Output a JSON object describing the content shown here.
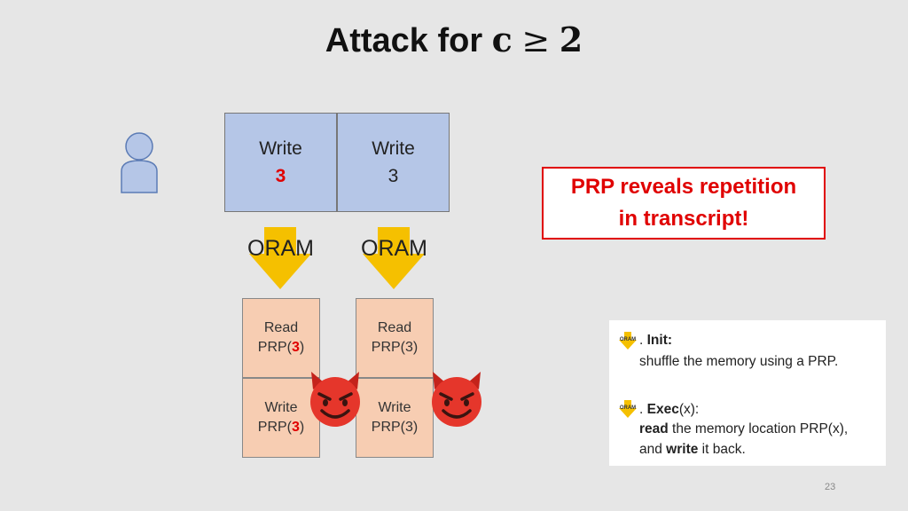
{
  "slide": {
    "title_text": "Attack for ",
    "title_var": "c",
    "title_op": "≥",
    "title_num": "2",
    "page_number": "23"
  },
  "writes": [
    {
      "label": "Write",
      "value": "3",
      "highlight": true
    },
    {
      "label": "Write",
      "value": "3",
      "highlight": false
    }
  ],
  "oram_labels": [
    "ORAM",
    "ORAM"
  ],
  "columns": [
    {
      "read_label": "Read",
      "read_prefix": "PRP(",
      "read_value": "3",
      "read_suffix": ")",
      "write_label": "Write",
      "write_prefix": "PRP(",
      "write_value": "3",
      "write_suffix": ")"
    },
    {
      "read_label": "Read",
      "read_text": "PRP(3)",
      "write_label": "Write",
      "write_text": "PRP(3)"
    }
  ],
  "alert": {
    "line1": "PRP reveals repetition",
    "line2": "in transcript!"
  },
  "explain": {
    "mini_label": "ORAM",
    "init_prefix": ". ",
    "init_title": "Init:",
    "init_desc": "shuffle the memory using a PRP.",
    "exec_prefix": ". ",
    "exec_title": "Exec",
    "exec_arg": "(x):",
    "read_word": "read",
    "read_rest": " the memory location PRP(x),",
    "and_word": "and ",
    "write_word": "write",
    "write_rest": " it back."
  },
  "colors": {
    "accent_red": "#e00000",
    "write_box": "#b5c6e7",
    "memory_cell": "#f7cdb2",
    "arrow_yellow": "#f5c000",
    "devil_red": "#e5362b"
  },
  "icons": [
    "user-icon",
    "down-arrow-icon",
    "devil-icon"
  ]
}
